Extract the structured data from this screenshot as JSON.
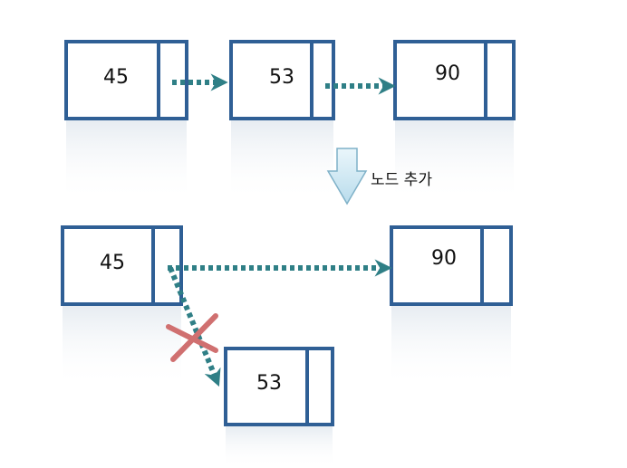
{
  "top_row": {
    "node1": "45",
    "node2": "53",
    "node3": "90"
  },
  "step_label": "노드 추가",
  "bottom_row": {
    "node1": "45",
    "node2": "90",
    "new_node": "53"
  },
  "colors": {
    "node_border": "#2f5f95",
    "arrow": "#2f7f86",
    "step_arrow_fill": "#cfe8f5",
    "step_arrow_stroke": "#7fb1c8",
    "cross": "#d07070",
    "reflection": "#e9eef3"
  }
}
